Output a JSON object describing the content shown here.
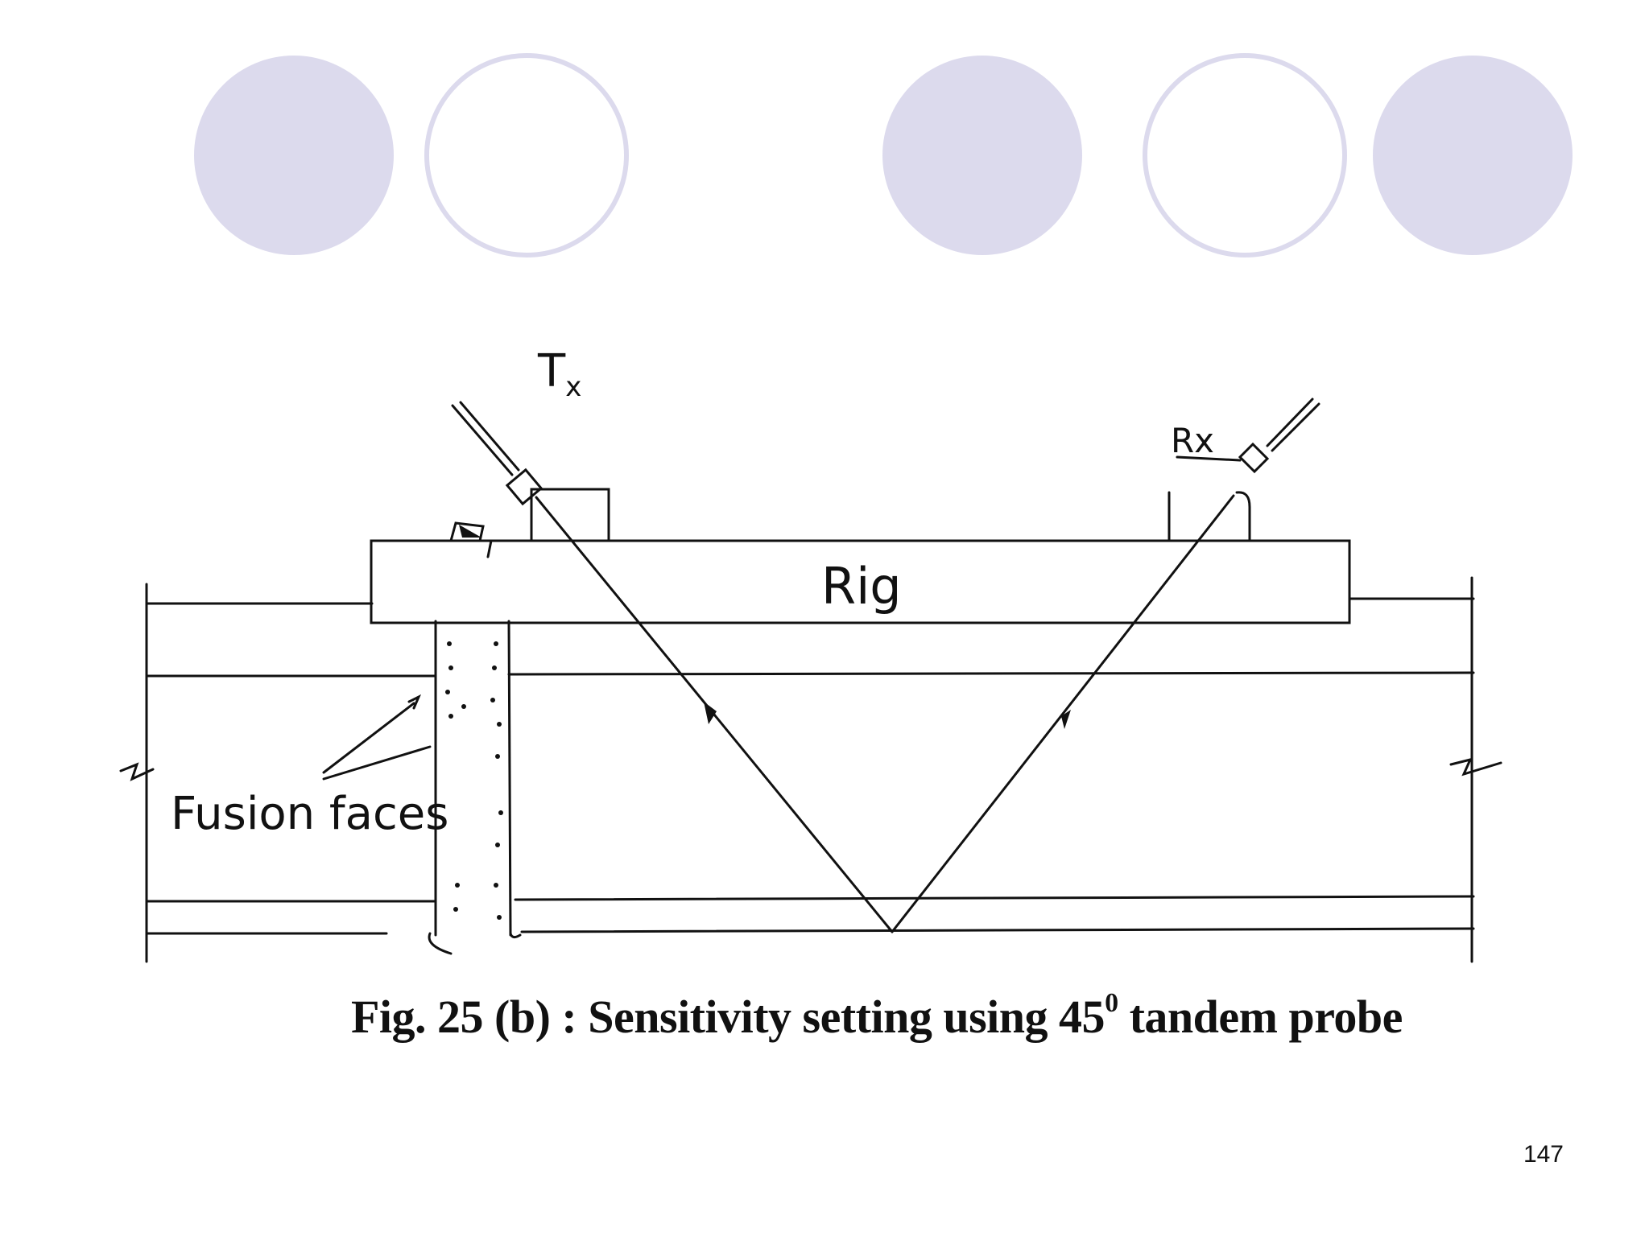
{
  "decor": {
    "circle_fill": "#dcdaed",
    "circle_stroke": "#dcdaed",
    "circles": [
      "filled",
      "outline",
      "filled",
      "outline",
      "filled"
    ]
  },
  "diagram": {
    "tx_label_main": "T",
    "tx_label_sub": "x",
    "rx_label": "Rx",
    "rig_label": "Rig",
    "fusion_label": "Fusion faces"
  },
  "caption": {
    "text_main": "Fig. 25 (b) : Sensitivity setting using 45",
    "text_sup": "0",
    "text_end": " tandem probe"
  },
  "footer": {
    "page_number": "147"
  }
}
